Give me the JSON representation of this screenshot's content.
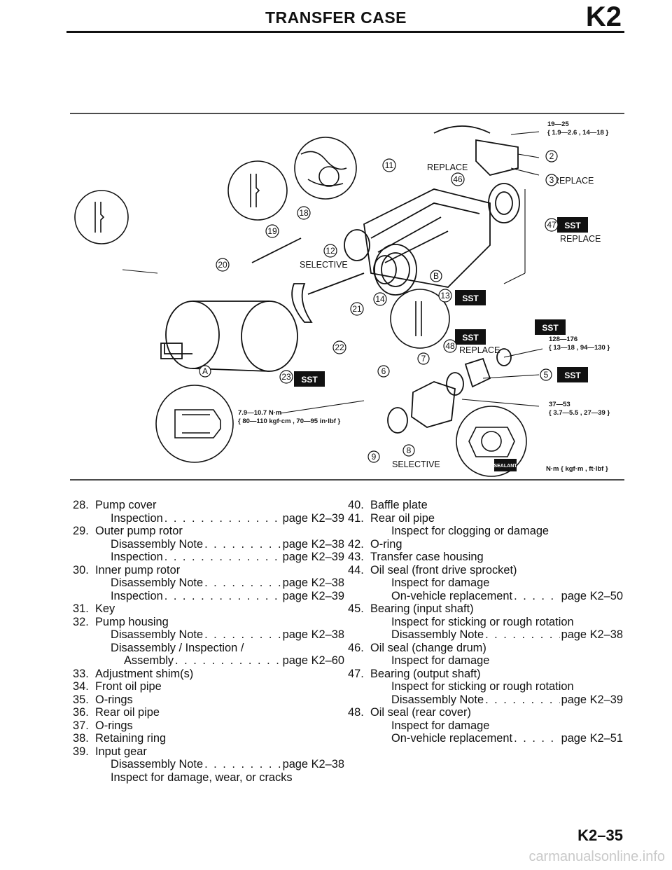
{
  "header": {
    "title": "TRANSFER CASE",
    "code": "K2"
  },
  "diagram": {
    "callouts": [
      {
        "id": "c2",
        "label": "2"
      },
      {
        "id": "c3",
        "label": "3"
      },
      {
        "id": "c5",
        "label": "5"
      },
      {
        "id": "c6",
        "label": "6"
      },
      {
        "id": "c7",
        "label": "7"
      },
      {
        "id": "c8",
        "label": "8"
      },
      {
        "id": "c9",
        "label": "9"
      },
      {
        "id": "c11",
        "label": "11"
      },
      {
        "id": "c12",
        "label": "12"
      },
      {
        "id": "c13",
        "label": "13"
      },
      {
        "id": "c14",
        "label": "14"
      },
      {
        "id": "c18",
        "label": "18"
      },
      {
        "id": "c19",
        "label": "19"
      },
      {
        "id": "c20",
        "label": "20"
      },
      {
        "id": "c21",
        "label": "21"
      },
      {
        "id": "c22",
        "label": "22"
      },
      {
        "id": "c23",
        "label": "23"
      },
      {
        "id": "c46",
        "label": "46"
      },
      {
        "id": "c47",
        "label": "47"
      },
      {
        "id": "c48",
        "label": "48"
      },
      {
        "id": "cA",
        "label": "A"
      },
      {
        "id": "cB",
        "label": "B"
      }
    ],
    "labels": {
      "replace": "REPLACE",
      "selective": "SELECTIVE",
      "sst": "SST",
      "sealant": "SEALANT",
      "torque1_main": "19—25",
      "torque1_sub": "{ 1.9—2.6 , 14—18 }",
      "torque2_main": "128—176",
      "torque2_sub": "{ 13—18 , 94—130 }",
      "torque3_main": "37—53",
      "torque3_sub": "{ 3.7—5.5 , 27—39 }",
      "torque4_main": "7.9—10.7 N·m",
      "torque4_sub": "{ 80—110 kgf·cm , 70—95 in·lbf }",
      "units": "N·m { kgf·m , ft·lbf }"
    }
  },
  "parts_left": [
    {
      "num": "28.",
      "name": "Pump cover"
    },
    {
      "text": "Inspection",
      "page": "page K2–39",
      "level": 1
    },
    {
      "num": "29.",
      "name": "Outer pump rotor"
    },
    {
      "text": "Disassembly Note",
      "page": "page K2–38",
      "level": 1
    },
    {
      "text": "Inspection",
      "page": "page K2–39",
      "level": 1
    },
    {
      "num": "30.",
      "name": "Inner pump rotor"
    },
    {
      "text": "Disassembly Note",
      "page": "page K2–38",
      "level": 1
    },
    {
      "text": "Inspection",
      "page": "page K2–39",
      "level": 1
    },
    {
      "num": "31.",
      "name": "Key"
    },
    {
      "num": "32.",
      "name": "Pump housing"
    },
    {
      "text": "Disassembly Note",
      "page": "page K2–38",
      "level": 1
    },
    {
      "text": "Disassembly / Inspection /",
      "level": 1
    },
    {
      "text": "Assembly",
      "page": "page K2–60",
      "level": 2
    },
    {
      "num": "33.",
      "name": "Adjustment shim(s)"
    },
    {
      "num": "34.",
      "name": "Front oil pipe"
    },
    {
      "num": "35.",
      "name": "O-rings"
    },
    {
      "num": "36.",
      "name": "Rear oil pipe"
    },
    {
      "num": "37.",
      "name": "O-rings"
    },
    {
      "num": "38.",
      "name": "Retaining ring"
    },
    {
      "num": "39.",
      "name": "Input gear"
    },
    {
      "text": "Disassembly Note",
      "page": "page K2–38",
      "level": 1
    },
    {
      "text": "Inspect for damage, wear, or cracks",
      "level": 1
    }
  ],
  "parts_right": [
    {
      "num": "40.",
      "name": "Baffle plate"
    },
    {
      "num": "41.",
      "name": "Rear oil pipe"
    },
    {
      "text": "Inspect for clogging or damage",
      "level": 3
    },
    {
      "num": "42.",
      "name": "O-ring"
    },
    {
      "num": "43.",
      "name": "Transfer case housing"
    },
    {
      "num": "44.",
      "name": "Oil seal (front drive sprocket)"
    },
    {
      "text": "Inspect for damage",
      "level": 3
    },
    {
      "text": "On-vehicle replacement",
      "page": "page K2–50",
      "level": 3
    },
    {
      "num": "45.",
      "name": "Bearing (input shaft)"
    },
    {
      "text": "Inspect for sticking or rough rotation",
      "level": 3
    },
    {
      "text": "Disassembly Note",
      "page": "page K2–38",
      "level": 3
    },
    {
      "num": "46.",
      "name": "Oil seal (change drum)"
    },
    {
      "text": "Inspect for damage",
      "level": 3
    },
    {
      "num": "47.",
      "name": "Bearing (output shaft)"
    },
    {
      "text": "Inspect for sticking or rough rotation",
      "level": 3
    },
    {
      "text": "Disassembly Note",
      "page": "page K2–39",
      "level": 3
    },
    {
      "num": "48.",
      "name": "Oil seal (rear cover)"
    },
    {
      "text": "Inspect for damage",
      "level": 3
    },
    {
      "text": "On-vehicle replacement",
      "page": "page K2–51",
      "level": 3
    }
  ],
  "footer": {
    "page_code": "K2–35",
    "watermark": "carmanualsonline.info"
  }
}
